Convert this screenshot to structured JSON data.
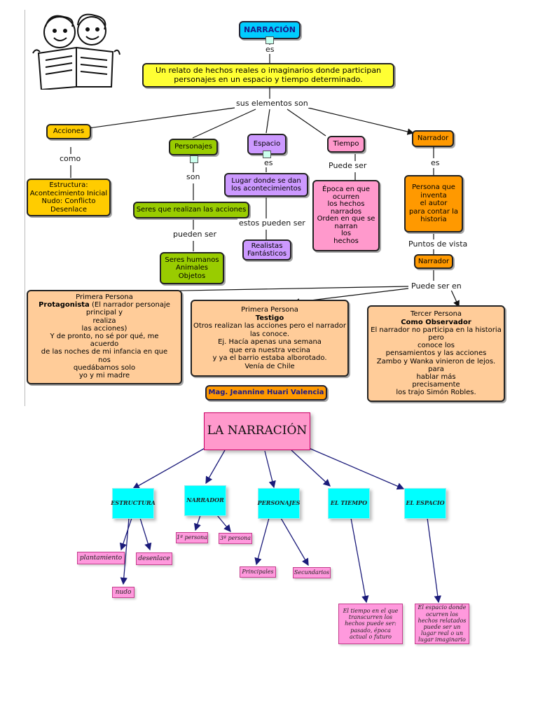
{
  "map1": {
    "title": "NARRACIÓN",
    "link_es": "es",
    "definition": "Un relato de hechos reales o imaginarios donde participan personajes en un espacio y tiempo determinado.",
    "link_elements": "sus elementos son",
    "acciones": "Acciones",
    "link_como": "como",
    "estructura_lines": [
      "Estructura:",
      "Acontecimiento Inicial",
      "Nudo: Conflicto",
      "Desenlace"
    ],
    "personajes": "Personajes",
    "link_son": "son",
    "seres": "Seres que realizan las acciones",
    "link_pueden_ser": "pueden ser",
    "seres_tipos_lines": [
      "Seres humanos",
      "Animales",
      "Objetos"
    ],
    "espacio": "Espacio",
    "link_es_espacio": "es",
    "lugar_lines": [
      "Lugar donde se dan",
      "los acontecimientos"
    ],
    "link_estos": "estos pueden ser",
    "realistas_lines": [
      "Realistas",
      "Fantásticos"
    ],
    "tiempo": "Tiempo",
    "link_puede_ser": "Puede ser",
    "epoca_lines": [
      "Época en que",
      "ocurren",
      "los hechos",
      "narrados",
      "Orden en que se",
      "narran",
      "los",
      "hechos"
    ],
    "narrador": "Narrador",
    "link_es_narrador": "es",
    "persona_lines": [
      "Persona que",
      "inventa",
      "el autor",
      "para contar la",
      "historia"
    ],
    "link_puntos": "Puntos de vista",
    "narrador2": "Narrador",
    "link_puede_ser_en": "Puede ser en",
    "primera_title": "Primera Persona",
    "primera_bold": "Protagonista",
    "primera_lines": [
      "(El narrador personaje",
      "principal y",
      "realiza",
      "las acciones)",
      "Y de pronto, no sé por qué, me",
      "acuerdo",
      "de las noches de mi infancia en que",
      "nos",
      "quedábamos solo",
      "yo y mi madre"
    ],
    "testigo_title": "Primera Persona",
    "testigo_bold": "Testigo",
    "testigo_lines": [
      "Otros realizan las acciones pero el narrador",
      "las conoce.",
      "Ej. Hacía apenas una semana",
      "que era nuestra vecina",
      "y ya el barrio estaba alborotado.",
      "Venía de Chile"
    ],
    "tercer_title": "Tercer Persona",
    "tercer_bold": "Como Observador",
    "tercer_lines": [
      "El narrador no participa en la historia",
      "pero",
      "conoce los",
      "pensamientos y las acciones",
      "Zambo y Wanka vinieron de lejos.",
      "para",
      "hablar más",
      "precisamente",
      "los trajo  Simón Robles."
    ],
    "author": "Mag. Jeannine Huari Valencia"
  },
  "map2": {
    "title": "LA NARRACIÓN",
    "estructura": "ESTRUCTURA",
    "narrador": "NARRADOR",
    "personajes": "PERSONAJES",
    "tiempo": "EL TIEMPO",
    "espacio": "EL ESPACIO",
    "planteamiento": "plantamiento",
    "nudo": "nudo",
    "desenlace": "desenlace",
    "p1": "1ª persona",
    "p3": "3ª persona",
    "principales": "Principales",
    "secundarios": "Secundarios",
    "tiempo_desc": "El tiempo en el que transcurren los hechos puede ser: pasado, época actual o futuro",
    "espacio_desc": "El espacio donde ocurren los hechos relatados puede ser un lugar real o un lugar imaginario"
  },
  "colors": {
    "title_bg": "#00ccff",
    "definition_bg": "#ffff33",
    "acciones_bg": "#ffcc00",
    "personajes_bg": "#99cc00",
    "espacio_bg": "#cc99ff",
    "tiempo_bg": "#ff99cc",
    "narrador_bg": "#ff9900",
    "persona_box_bg": "#ffcc99",
    "map2_title_bg": "#ff99cc",
    "map2_cat_bg": "#00ffff"
  }
}
